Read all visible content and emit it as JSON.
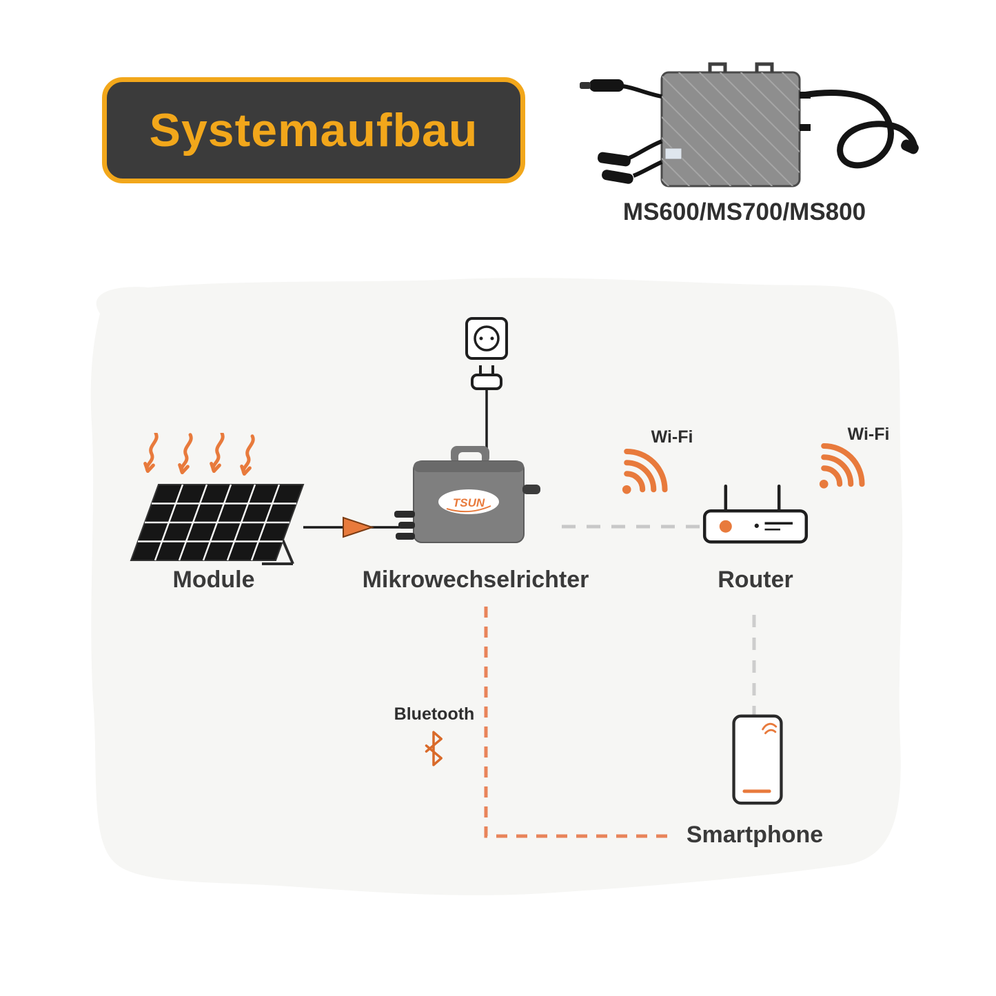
{
  "header": {
    "badge_title": "Systemaufbau"
  },
  "product": {
    "model_label": "MS600/MS700/MS800",
    "brand": "TSUN"
  },
  "diagram": {
    "module_label": "Module",
    "inverter_label": "Mikrowechselrichter",
    "router_label": "Router",
    "smartphone_label": "Smartphone",
    "wifi_label_left": "Wi-Fi",
    "wifi_label_right": "Wi-Fi",
    "bluetooth_label": "Bluetooth"
  },
  "colors": {
    "badge_background": "#3B3B3B",
    "badge_accent": "#F2A71B",
    "diagram_orange": "#E87A3C",
    "label_dark": "#3A3A3A",
    "dash_gray": "#C8C8C8",
    "diagram_background": "#F6F6F4"
  }
}
